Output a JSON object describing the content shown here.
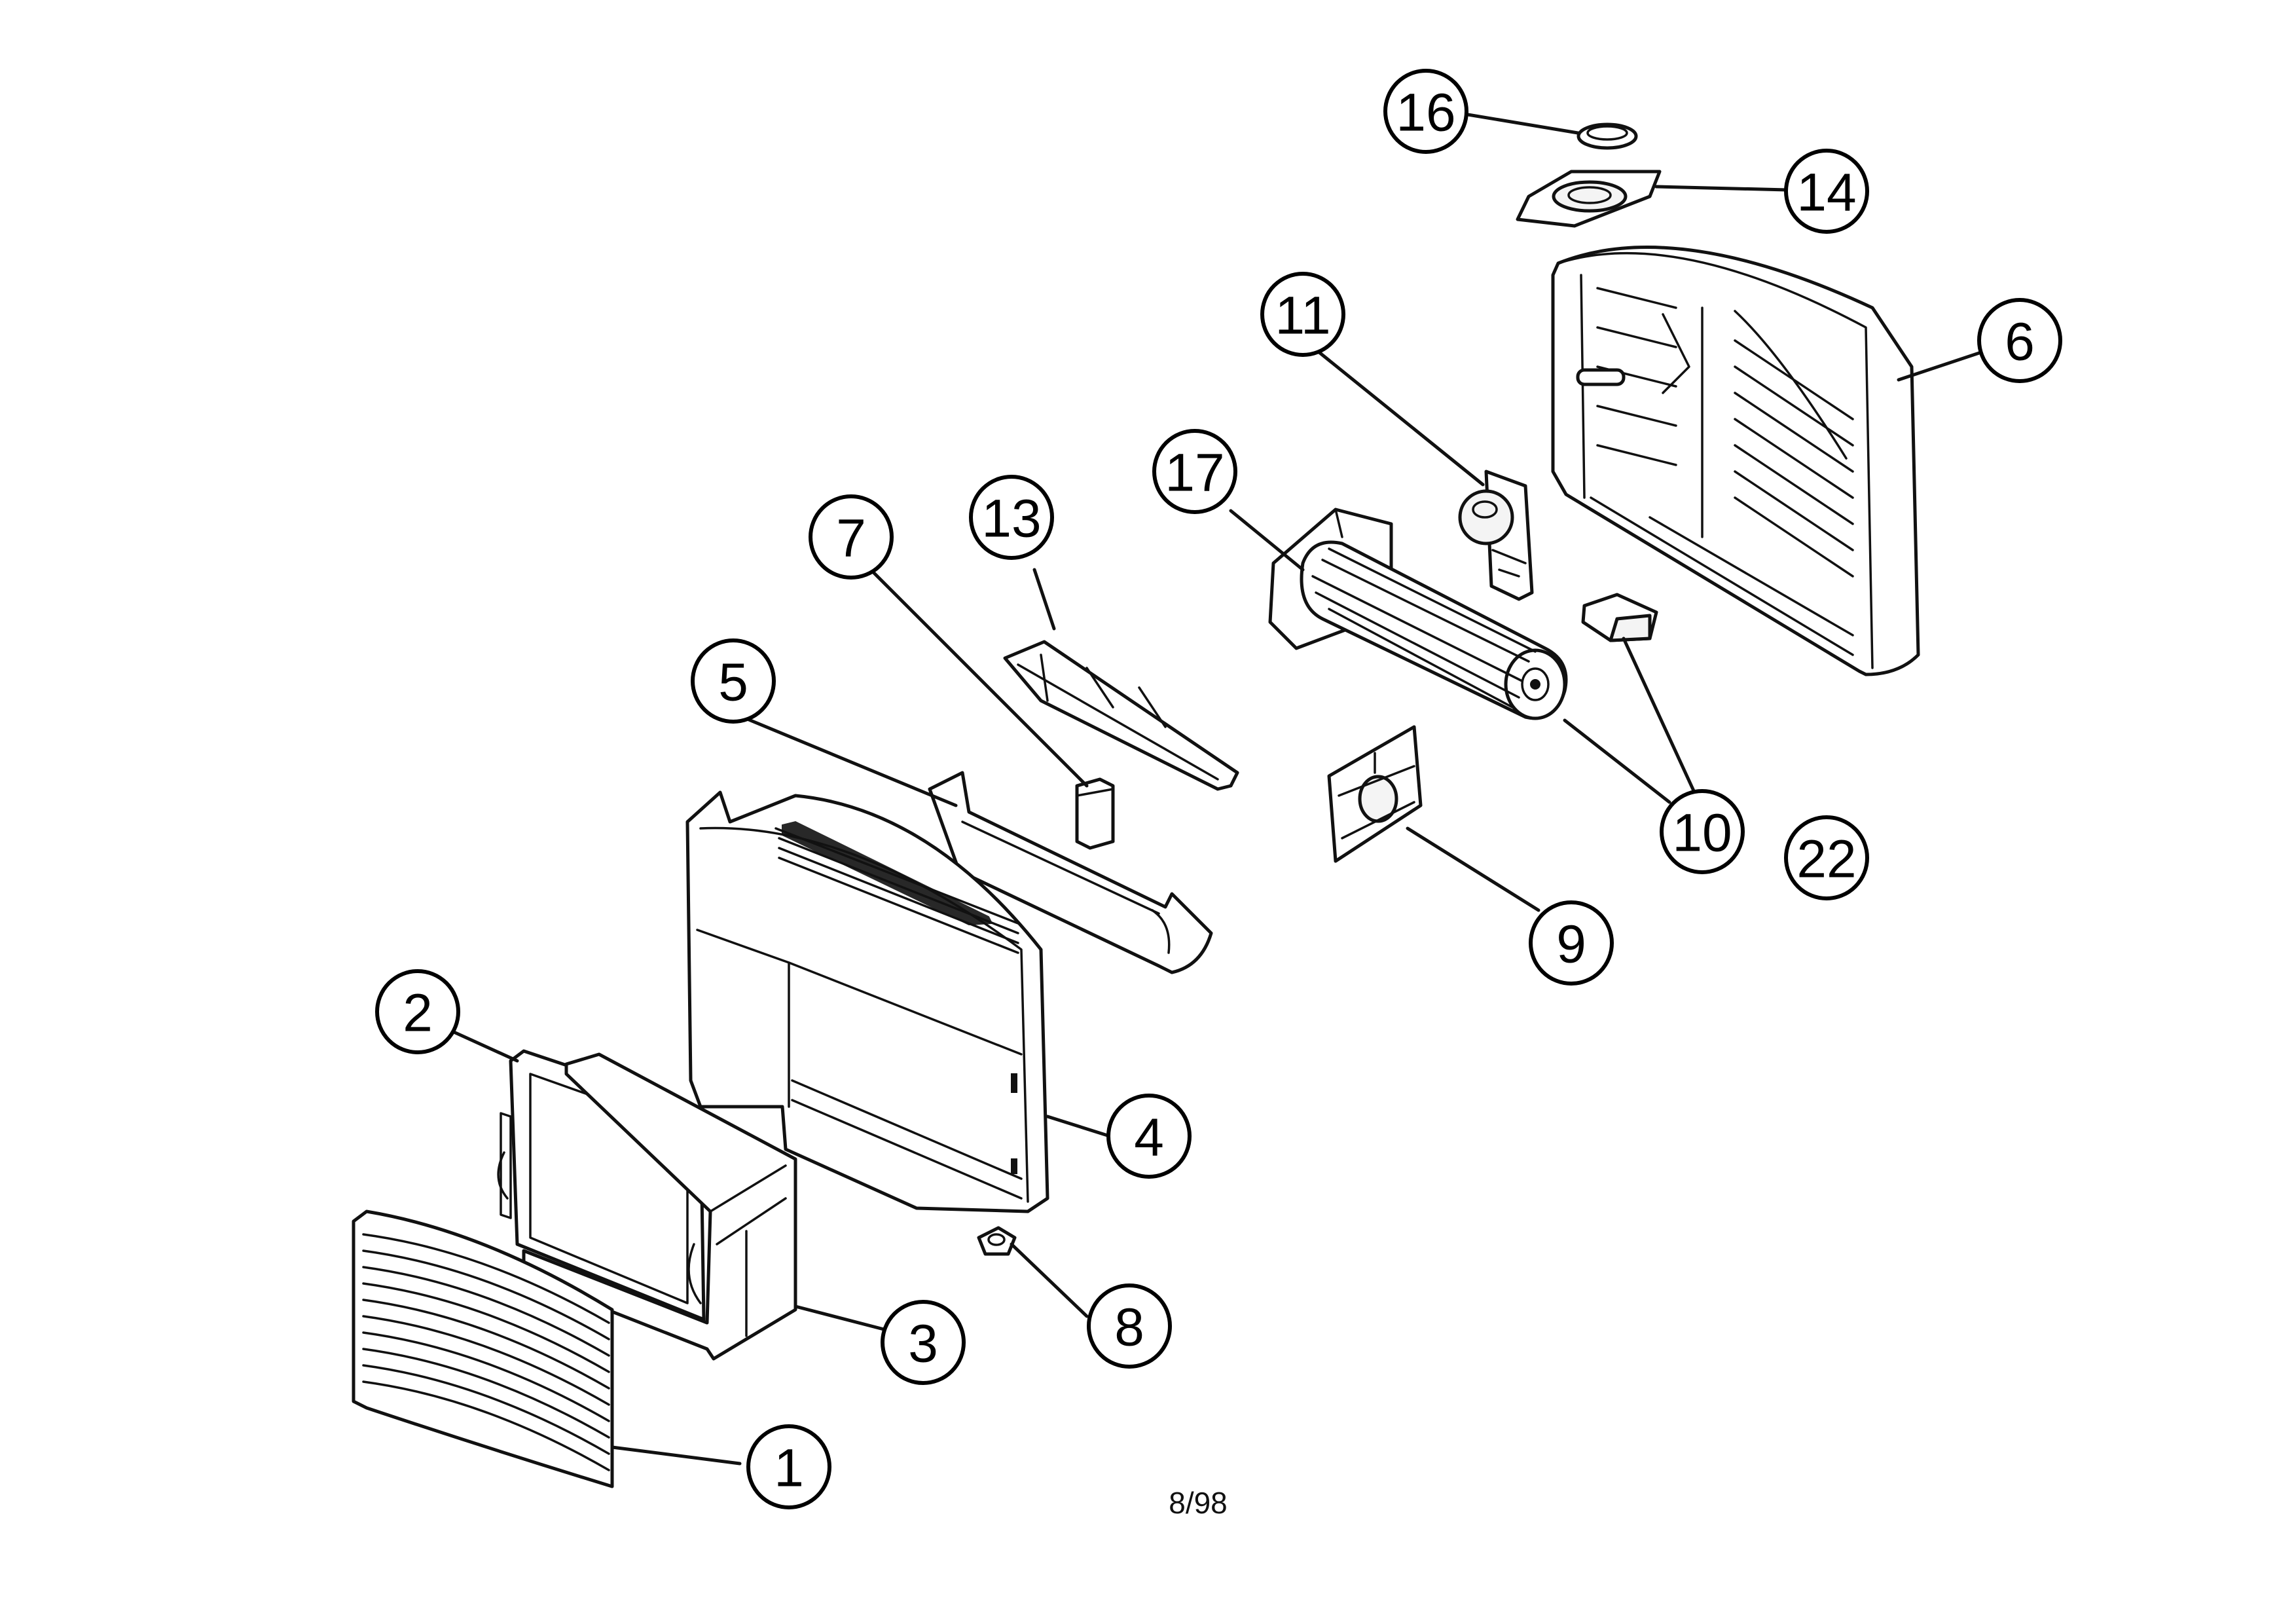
{
  "diagram": {
    "callouts": {
      "c1": "1",
      "c2": "2",
      "c3": "3",
      "c4": "4",
      "c5": "5",
      "c6": "6",
      "c7": "7",
      "c8": "8",
      "c9": "9",
      "c10": "10",
      "c11": "11",
      "c13": "13",
      "c14": "14",
      "c16": "16",
      "c17": "17",
      "c22": "22"
    }
  },
  "footer": {
    "page_number": "8/98"
  }
}
